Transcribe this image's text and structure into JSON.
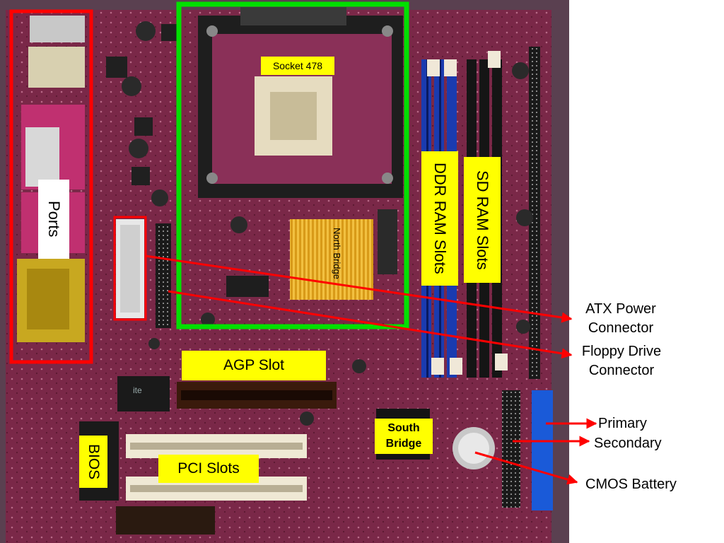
{
  "colors": {
    "board": "#7a2848",
    "highlight_red": "#ff0000",
    "highlight_green": "#00e000",
    "label_yellow": "#ffff00",
    "heatsink_gold": "#e0a820",
    "ram_blue": "#1a3bb0"
  },
  "labels": {
    "ports": "Ports",
    "socket": "Socket 478",
    "north_bridge": "North Bridge",
    "ddr_ram": "DDR RAM Slots",
    "sd_ram": "SD RAM Slots",
    "agp": "AGP Slot",
    "pci": "PCI Slots",
    "bios": "BIOS",
    "south_bridge": "South Bridge"
  },
  "callouts": {
    "atx": "ATX Power Connector",
    "floppy": "Floppy Drive Connector",
    "primary": "Primary",
    "secondary": "Secondary",
    "cmos": "CMOS Battery"
  }
}
